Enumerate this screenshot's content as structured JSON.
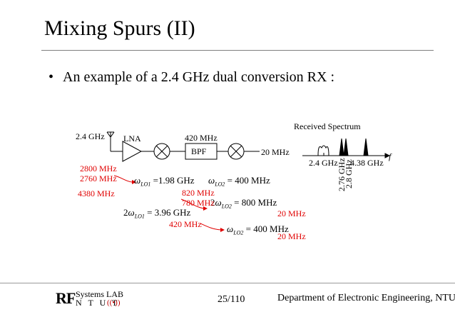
{
  "slide": {
    "title": "Mixing Spurs (II)",
    "bullet_marker": "•",
    "bullet": "An example of a 2.4 GHz dual conversion RX :"
  },
  "diagram": {
    "antenna_freq": "2.4 GHz",
    "lna_label": "LNA",
    "if1_label": "420 MHz",
    "bpf_label": "BPF",
    "if2_label": "20 MHz",
    "lo1": {
      "symbol": "ω",
      "sub": "LO1",
      "value": "=1.98 GHz"
    },
    "lo2": {
      "symbol": "ω",
      "sub": "LO2",
      "value": "= 400 MHz"
    },
    "harm_lo1": {
      "prefix": "2",
      "symbol": "ω",
      "sub": "LO1",
      "value": "= 3.96 GHz"
    },
    "harm_lo2": {
      "prefix": "2",
      "symbol": "ω",
      "sub": "LO2",
      "value": "= 800 MHz"
    },
    "lo2_b": {
      "symbol": "ω",
      "sub": "LO2",
      "value": "= 400 MHz"
    },
    "spurs": {
      "s2800": "2800 MHz",
      "s2760": "2760 MHz",
      "s4380": "4380 MHz",
      "s820": "820 MHz",
      "s780": "780 MHz",
      "s420": "420 MHz",
      "s20a": "20 MHz",
      "s20b": "20 MHz"
    },
    "accent_color": "#e00000"
  },
  "spectrum": {
    "title": "Received Spectrum",
    "label_24": "2.4 GHz",
    "label_276": "2.76 GHz",
    "label_28": "2.8 GHz",
    "label_438": "4.38 GHz",
    "axis": "f"
  },
  "footer": {
    "logo_rf": "RF",
    "logo_lab": "Systems LAB",
    "logo_ntut": "N T U T",
    "logo_mark": "((•))",
    "page": "25/110",
    "department": "Department of Electronic Engineering, NTUT"
  }
}
